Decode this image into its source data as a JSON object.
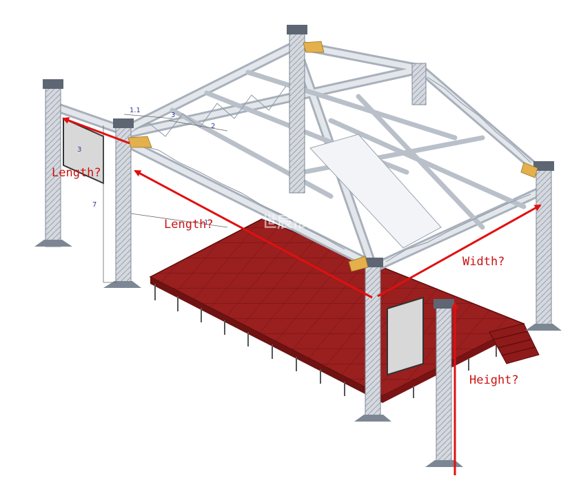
{
  "annotations": {
    "length_left": "Length?",
    "length_center": "Length?",
    "width": "Width?",
    "height": "Height?"
  },
  "dimension_marks": {
    "d1": "1.1",
    "d2": "3",
    "d3": "2",
    "d4": "3",
    "d5": "7",
    "d6": "1"
  },
  "watermark": "世辰帝团",
  "colors": {
    "arrow": "#e01010",
    "label": "#cc1111",
    "stage": "#9a1f1f",
    "truss": "#c9ced6",
    "truss_edge": "#7d8794",
    "screen": "#d8d8d8"
  }
}
